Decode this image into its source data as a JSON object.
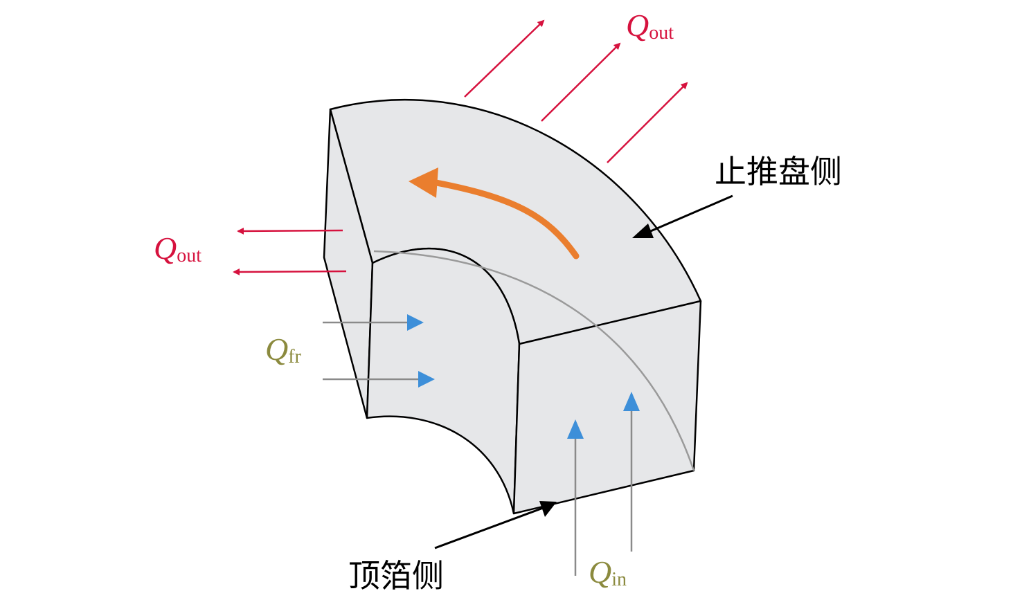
{
  "labels": {
    "thrust_disc_side": "止推盘侧",
    "top_foil_side": "顶箔侧",
    "q_out_top": {
      "main": "Q",
      "sub": "out"
    },
    "q_out_left": {
      "main": "Q",
      "sub": "out"
    },
    "q_fr": {
      "main": "Q",
      "sub": "fr"
    },
    "q_in": {
      "main": "Q",
      "sub": "in"
    }
  },
  "colors": {
    "background": "#ffffff",
    "block_fill": "#e6e7e9",
    "outline": "#000000",
    "q_out": "#d6123e",
    "q_fr_text": "#8b8a3e",
    "q_in_text": "#8b8a3e",
    "flow_arrow_shaft": "#8a8a8a",
    "flow_arrow_head": "#3d8fd9",
    "rotation_arrow": "#ea7e2e",
    "hidden_edge": "#9a9a9a"
  }
}
